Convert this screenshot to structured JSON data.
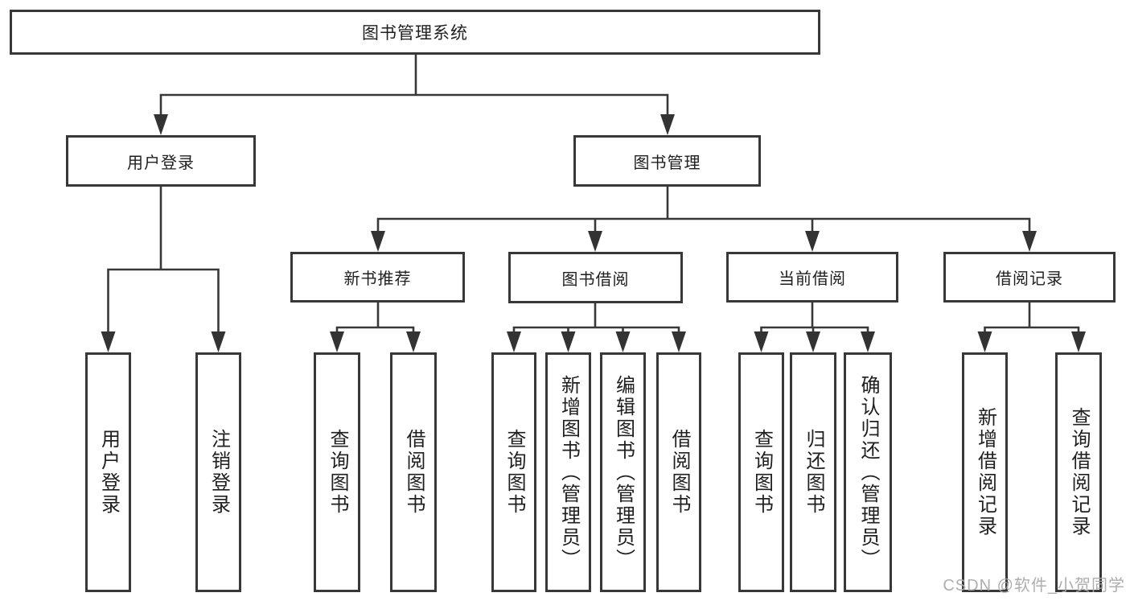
{
  "diagram": {
    "root": {
      "label": "图书管理系统"
    },
    "branches": [
      {
        "label": "用户登录",
        "leaves": [
          {
            "label": "用户登录"
          },
          {
            "label": "注销登录"
          }
        ]
      },
      {
        "label": "图书管理",
        "sections": [
          {
            "label": "新书推荐",
            "leaves": [
              {
                "label": "查询图书"
              },
              {
                "label": "借阅图书"
              }
            ]
          },
          {
            "label": "图书借阅",
            "leaves": [
              {
                "label": "查询图书"
              },
              {
                "label": "新增图书（管理员）"
              },
              {
                "label": "编辑图书（管理员）"
              },
              {
                "label": "借阅图书"
              }
            ]
          },
          {
            "label": "当前借阅",
            "leaves": [
              {
                "label": "查询图书"
              },
              {
                "label": "归还图书"
              },
              {
                "label": "确认归还（管理员）"
              }
            ]
          },
          {
            "label": "借阅记录",
            "leaves": [
              {
                "label": "新增借阅记录"
              },
              {
                "label": "查询借阅记录"
              }
            ]
          }
        ]
      }
    ],
    "watermark": "CSDN @软件_小贺同学",
    "colors": {
      "line": "#383838",
      "text": "#1f1f1f",
      "box_background": "#ffffff",
      "watermark": "#b4b4b4"
    }
  }
}
